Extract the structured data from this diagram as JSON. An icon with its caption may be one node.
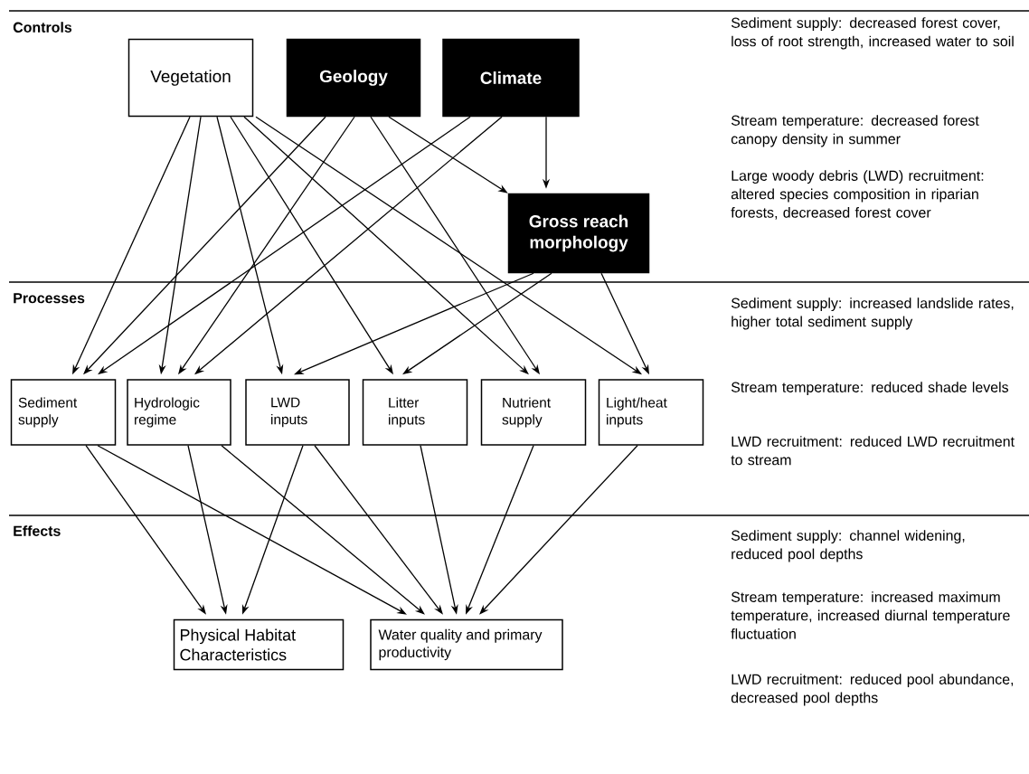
{
  "diagram": {
    "nodes": [
      {
        "text": [
          "Vegetation"
        ]
      },
      {
        "text": [
          "Geology"
        ]
      },
      {
        "text": [
          "Climate"
        ]
      },
      {
        "text": [
          "Gross reach morphology"
        ]
      },
      {
        "text": [
          "Sediment supply"
        ]
      },
      {
        "text": [
          "Hydrologic regime"
        ]
      },
      {
        "text": [
          "LWD inputs"
        ]
      },
      {
        "text": [
          "Litter inputs"
        ]
      },
      {
        "text": [
          "Nutrient supply"
        ]
      },
      {
        "text": [
          "Light/heat inputs"
        ]
      },
      {
        "text": [
          "Physical Habitat Characteristics"
        ]
      },
      {
        "text": [
          "Water quality and primary productivity"
        ]
      }
    ],
    "edges": [
      {
        "from": 0,
        "to": 4,
        "arrow": "to"
      },
      {
        "from": 0,
        "to": 5,
        "arrow": "to"
      },
      {
        "from": 0,
        "to": 6,
        "arrow": "to"
      },
      {
        "from": 0,
        "to": 7,
        "arrow": "to"
      },
      {
        "from": 0,
        "to": 8,
        "arrow": "to"
      },
      {
        "from": 0,
        "to": 9,
        "arrow": "to"
      },
      {
        "from": 1,
        "to": 4,
        "arrow": "to"
      },
      {
        "from": 1,
        "to": 5,
        "arrow": "to"
      },
      {
        "from": 1,
        "to": 8,
        "arrow": "to"
      },
      {
        "from": 1,
        "to": 3,
        "arrow": "to"
      },
      {
        "from": 2,
        "to": 4,
        "arrow": "to"
      },
      {
        "from": 2,
        "to": 5,
        "arrow": "to"
      },
      {
        "from": 2,
        "to": 3,
        "arrow": "to"
      },
      {
        "from": 3,
        "to": 6,
        "arrow": "to"
      },
      {
        "from": 3,
        "to": 7,
        "arrow": "to"
      },
      {
        "from": 3,
        "to": 9,
        "arrow": "to"
      },
      {
        "from": 4,
        "to": 10,
        "arrow": "to"
      },
      {
        "from": 4,
        "to": 11,
        "arrow": "to"
      },
      {
        "from": 5,
        "to": 10,
        "arrow": "to"
      },
      {
        "from": 5,
        "to": 11,
        "arrow": "to"
      },
      {
        "from": 6,
        "to": 10,
        "arrow": "to"
      },
      {
        "from": 6,
        "to": 11,
        "arrow": "to"
      },
      {
        "from": 7,
        "to": 11,
        "arrow": "to"
      },
      {
        "from": 8,
        "to": 11,
        "arrow": "to"
      },
      {
        "from": 9,
        "to": 11,
        "arrow": "to"
      }
    ],
    "labels": [
      "Controls",
      "Sediment supply: decreased forest cover, loss of root strength, increased water to soil",
      "Stream temperature: decreased forest canopy density in summer",
      "Large woody debris (LWD) recruitment: altered species composition in riparian forests, decreased forest cover",
      "Processes",
      "Sediment supply: increased landslide rates, higher total sediment supply",
      "Stream temperature: reduced shade levels",
      "LWD recruitment: reduced LWD recruitment to stream",
      "Effects",
      "Sediment supply: channel widening, reduced pool depths",
      "Stream temperature: increased maximum temperature, increased diurnal temperature fluctuation",
      "LWD recruitment: reduced pool abundance, decreased pool depths"
    ]
  }
}
